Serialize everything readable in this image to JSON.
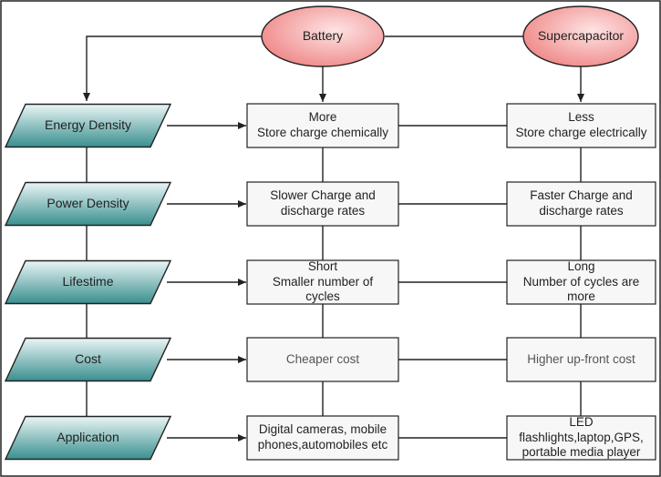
{
  "colors": {
    "oval_fill": "#f08a8a",
    "oval_fill_light": "#fde3e3",
    "param_fill": "#3a8f8f",
    "param_fill_light": "#eaf5f5",
    "box_fill": "#f7f7f7",
    "stroke": "#222222"
  },
  "headers": {
    "battery": "Battery",
    "supercapacitor": "Supercapacitor"
  },
  "rows": [
    {
      "id": "energy-density",
      "parameter": "Energy Density",
      "battery": "More\nStore charge chemically",
      "supercapacitor": "Less\nStore charge electrically"
    },
    {
      "id": "power-density",
      "parameter": "Power Density",
      "battery": "Slower Charge and\ndischarge rates",
      "supercapacitor": "Faster Charge and\ndischarge rates"
    },
    {
      "id": "lifetime",
      "parameter": "Lifestime",
      "battery": "Short\nSmaller number of\ncycles",
      "supercapacitor": "Long\nNumber of cycles are\nmore"
    },
    {
      "id": "cost",
      "parameter": "Cost",
      "battery": "Cheaper cost",
      "supercapacitor": "Higher up-front cost"
    },
    {
      "id": "application",
      "parameter": "Application",
      "battery": "Digital cameras, mobile\nphones,automobiles etc",
      "supercapacitor": "LED\nflashlights,laptop,GPS,\nportable media player"
    }
  ]
}
